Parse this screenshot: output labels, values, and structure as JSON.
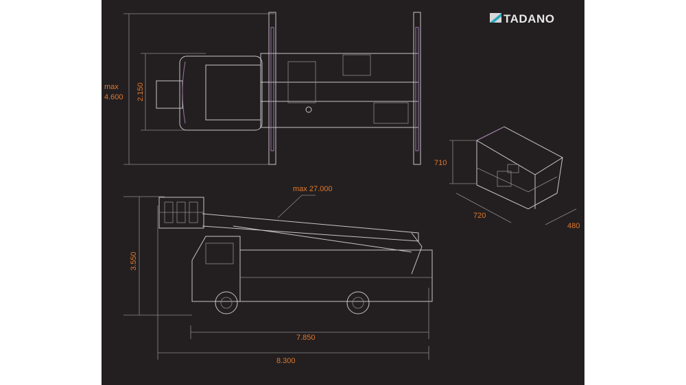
{
  "brand": {
    "name": "TADANO",
    "accent": "#e0782c",
    "background": "#231f21"
  },
  "top_view": {
    "max_width_label": "max",
    "max_width_value": "4.600",
    "width": "2.150"
  },
  "side_view": {
    "max_height": "max 27.000",
    "height": "3.550",
    "wheelbase_length": "7.850",
    "overall_length": "8.300"
  },
  "basket": {
    "height": "710",
    "length": "720",
    "depth": "480"
  }
}
